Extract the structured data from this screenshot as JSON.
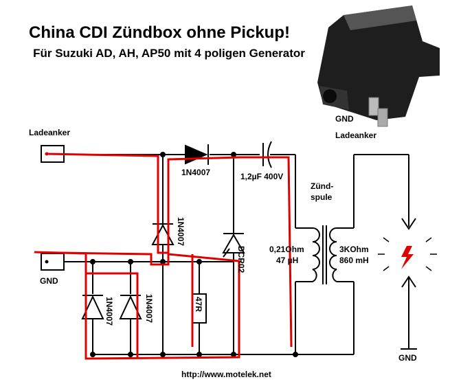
{
  "title": "China CDI Zündbox ohne Pickup!",
  "subtitle": "Für Suzuki AD, AH, AP50 mit 4 poligen Generator",
  "labels": {
    "ladeanker_left": "Ladeanker",
    "gnd_left": "GND",
    "photo_gnd": "GND",
    "photo_ladeanker": "Ladeanker",
    "diode_top": "1N4007",
    "diode_mid": "1N4007",
    "diode_bottom": "1N4007",
    "thyristor": "DCR02",
    "capacitor": "1,2µF 400V",
    "coil_title_1": "Zünd-",
    "coil_title_2": "spule",
    "primary_1": "0,21Ohm",
    "primary_2": "47 µH",
    "secondary_1": "3KOhm",
    "secondary_2": "860 mH",
    "resistor": "47R",
    "gnd_right": "GND",
    "url": "http://www.motelek.net"
  },
  "colors": {
    "wire": "#000000",
    "highlight": "#e00000",
    "spark": "#e00000"
  }
}
